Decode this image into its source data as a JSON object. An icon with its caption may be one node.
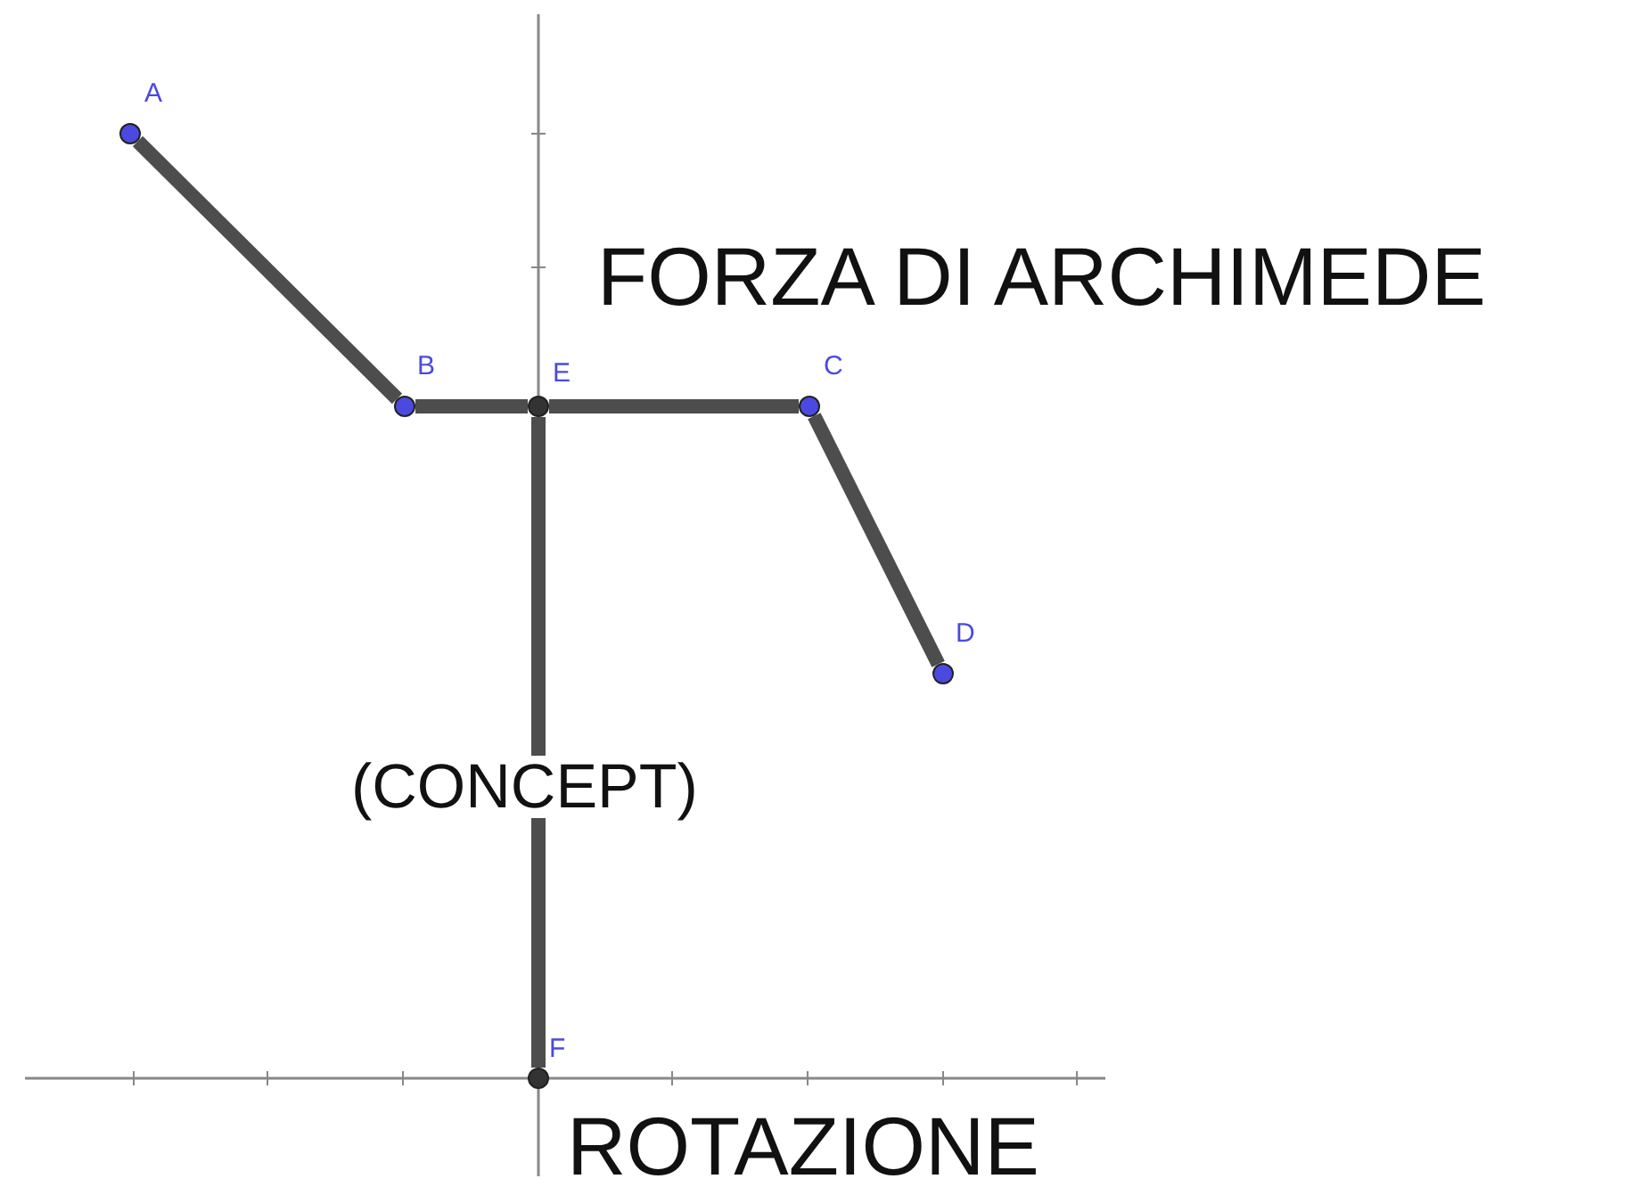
{
  "diagram": {
    "nodes": [
      {
        "text": [
          "A"
        ]
      },
      {
        "text": [
          "B"
        ]
      },
      {
        "text": [
          "E"
        ]
      },
      {
        "text": [
          "C"
        ]
      },
      {
        "text": [
          "D"
        ]
      },
      {
        "text": [
          "F"
        ]
      }
    ],
    "edges": [
      {
        "from": 0,
        "to": 1,
        "arrow": "none"
      },
      {
        "from": 1,
        "to": 2,
        "arrow": "none"
      },
      {
        "from": 2,
        "to": 3,
        "arrow": "none"
      },
      {
        "from": 3,
        "to": 4,
        "arrow": "none"
      },
      {
        "from": 2,
        "to": 5,
        "arrow": "none"
      }
    ],
    "labels": [
      "FORZA DI ARCHIMEDE",
      "(CONCEPT)",
      "ROTAZIONE"
    ]
  }
}
